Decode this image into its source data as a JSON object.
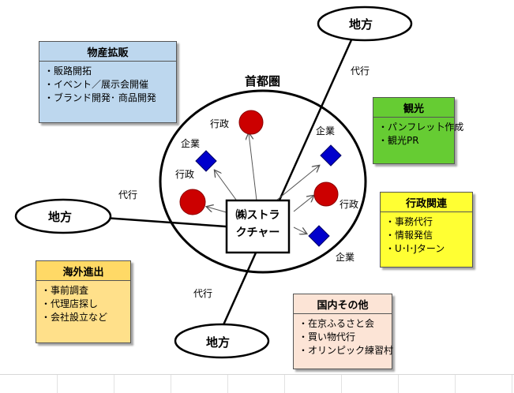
{
  "center": {
    "region": "首都圏",
    "company_line1": "㈱ストラ",
    "company_line2": "クチャー"
  },
  "nodes": {
    "region_top": "地方",
    "region_left": "地方",
    "region_bottom": "地方",
    "gov_top": "行政",
    "gov_left": "行政",
    "gov_right": "行政",
    "corp_left": "企業",
    "corp_right": "企業",
    "corp_bottom": "企業",
    "proxy_top": "代行",
    "proxy_left": "代行",
    "proxy_bottom": "代行"
  },
  "boxes": {
    "bussan": {
      "title": "物産拡販",
      "items": [
        "・販路開拓",
        "・イベント／展示会開催",
        "・ブランド開発･ 商品開発"
      ],
      "fill": "#bdd7ee",
      "head": "#bdd7ee"
    },
    "kanko": {
      "title": "観光",
      "items": [
        "・パンフレッ卜作成",
        "・観光PR"
      ],
      "fill": "#66cc33",
      "head": "#66cc33"
    },
    "gyosei": {
      "title": "行政関連",
      "items": [
        "・事務代行",
        "・情報発信",
        "・U･I･Jターン"
      ],
      "fill": "#ffff33",
      "head": "#ffff33"
    },
    "kaigai": {
      "title": "海外進出",
      "items": [
        "・事前調査",
        "・代理店探し",
        "・会社設立など"
      ],
      "fill": "#ffe08a",
      "head": "#ffd966"
    },
    "kokunai": {
      "title": "国内その他",
      "items": [
        "・在京ふるさと会",
        "・買い物代行",
        "・オリンピック練習村"
      ],
      "fill": "#fce4d6",
      "head": "#fce4d6"
    }
  },
  "colors": {
    "gov_circle": "#cc0000",
    "corp_diamond": "#0000cc",
    "line": "#000000"
  }
}
